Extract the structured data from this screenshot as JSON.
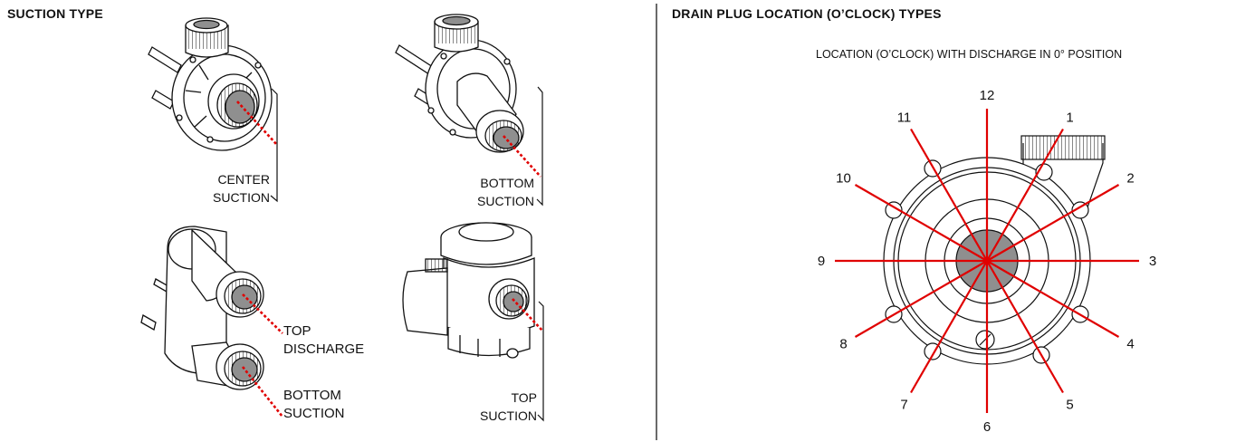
{
  "left_panel": {
    "title": "SUCTION TYPE",
    "labels": {
      "center_suction": [
        "CENTER",
        "SUCTION"
      ],
      "bottom_suction_a": [
        "BOTTOM",
        "SUCTION"
      ],
      "top_discharge": [
        "TOP",
        "DISCHARGE"
      ],
      "bottom_suction_b": [
        "BOTTOM",
        "SUCTION"
      ],
      "top_suction": [
        "TOP",
        "SUCTION"
      ]
    }
  },
  "right_panel": {
    "title": "DRAIN PLUG LOCATION (O’CLOCK) TYPES",
    "subtitle": "LOCATION (O’CLOCK) WITH DISCHARGE IN 0° POSITION",
    "clock_positions": [
      "1",
      "2",
      "3",
      "4",
      "5",
      "6",
      "7",
      "8",
      "9",
      "10",
      "11",
      "12"
    ]
  },
  "colors": {
    "indicator": "#e00000",
    "outline": "#111111",
    "port_fill": "#8f8f8f",
    "divider": "#6a6a6a"
  }
}
